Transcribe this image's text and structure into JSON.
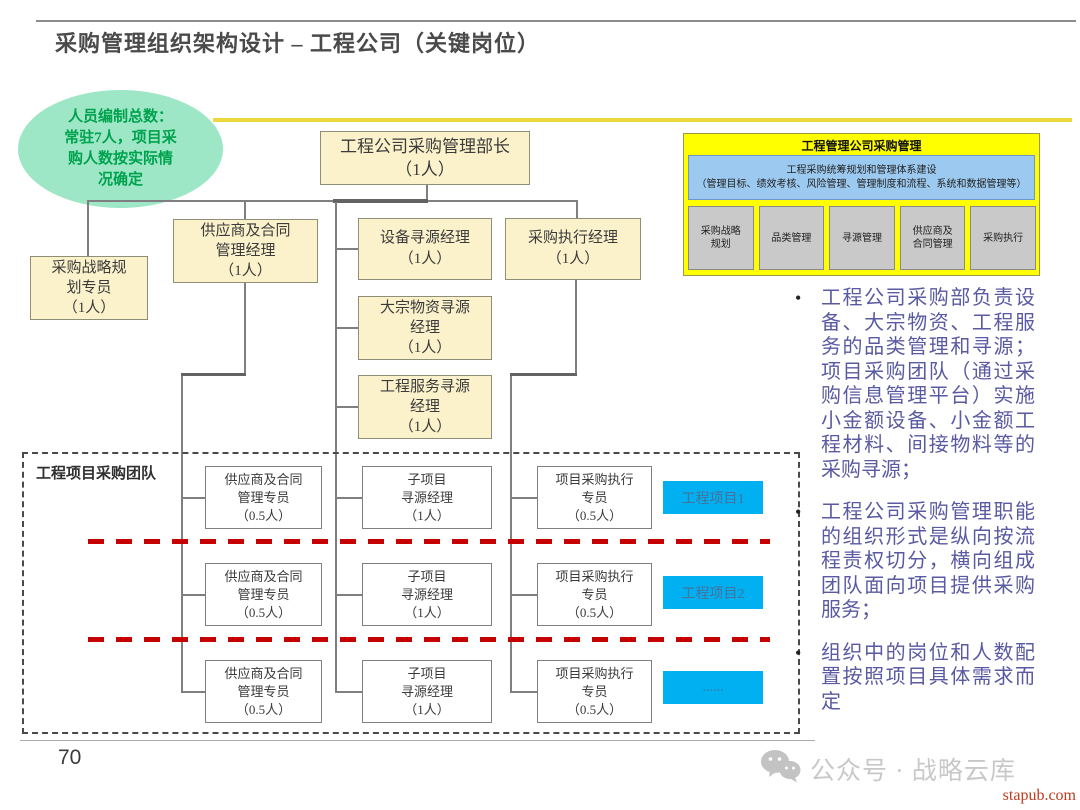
{
  "slide": {
    "title": "采购管理组织架构设计 – 工程公司（关键岗位）",
    "page_number": "70",
    "watermark": "公众号 · 战略云库",
    "site": "stapub.com"
  },
  "note": {
    "text": "人员编制总数：\n常驻7人，项目采\n购人数按实际情\n况确定"
  },
  "org": {
    "director": "工程公司采购管理部长\n（1人）",
    "strategy": "采购战略规\n划专员\n（1人）",
    "supplier_mgr": "供应商及合同\n管理经理\n（1人）",
    "equip_mgr": "设备寻源经理\n（1人）",
    "exec_mgr": "采购执行经理\n（1人）",
    "bulk_mgr": "大宗物资寻源\n经理\n（1人）",
    "service_mgr": "工程服务寻源\n经理\n（1人）"
  },
  "team": {
    "label": "工程项目采购团队",
    "rows": [
      {
        "supplier": "供应商及合同\n管理专员\n（0.5人）",
        "sourcing": "子项目\n寻源经理\n（1人）",
        "exec": "项目采购执行\n专员\n（0.5人）",
        "project": "工程项目1"
      },
      {
        "supplier": "供应商及合同\n管理专员\n（0.5人）",
        "sourcing": "子项目\n寻源经理\n（1人）",
        "exec": "项目采购执行\n专员\n（0.5人）",
        "project": "工程项目2"
      },
      {
        "supplier": "供应商及合同\n管理专员\n（0.5人）",
        "sourcing": "子项目\n寻源经理\n（1人）",
        "exec": "项目采购执行\n专员\n（0.5人）",
        "project": "......"
      }
    ]
  },
  "module": {
    "title": "工程管理公司采购管理",
    "subtitle": "工程采购统筹规划和管理体系建设\n（管理目标、绩效考核、风险管理、管理制度和流程、系统和数据管理等）",
    "functions": [
      "采购战略\n规划",
      "品类管理",
      "寻源管理",
      "供应商及\n合同管理",
      "采购执行"
    ]
  },
  "bullets": [
    {
      "marker": "•",
      "text": "工程公司采购部负责设备、大宗物资、工程服务的品类管理和寻源；项目采购团队（通过采购信息管理平台）实施小金额设备、小金额工程材料、间接物料等的采购寻源；"
    },
    {
      "marker": "•",
      "text": "工程公司采购管理职能的组织形式是纵向按流程责权切分，横向组成团队面向项目提供采购服务；"
    },
    {
      "marker": "•",
      "text": "组织中的岗位和人数配置按照项目具体需求而定"
    }
  ],
  "colors": {
    "box_fill": "#fbf2cb",
    "project_fill": "#00b0f0",
    "module_fill": "#ffff00",
    "module_blue": "#9cc9ef",
    "note_fill": "#9de7c6",
    "note_text": "#00a24e",
    "bullet_text": "#5a5aa2",
    "red_dash": "#c40000",
    "yellow_line": "#ebd83d"
  }
}
